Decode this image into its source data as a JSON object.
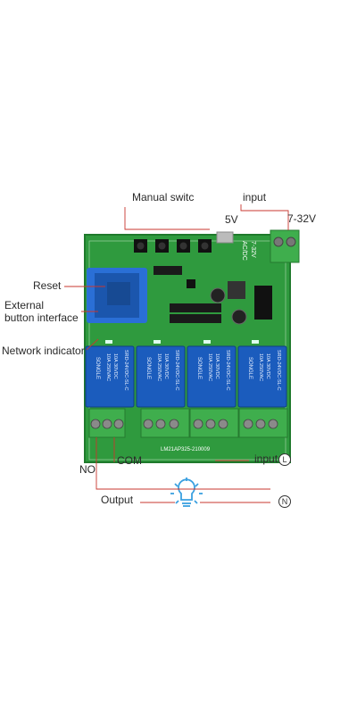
{
  "labels": {
    "manual_switch": "Manual switc",
    "input_top": "input",
    "five_v": "5V",
    "voltage_range": "7-32V",
    "reset": "Reset",
    "external_button": "External\nbutton interface",
    "network_indicator": "Network indicator",
    "no": "NO",
    "com": "COM",
    "input_bottom": "input",
    "input_bottom_letter": "L",
    "output": "Output",
    "neutral_letter": "N"
  },
  "board": {
    "relay_brand": "SONGLE",
    "relay_model": "SRD-24VDC-SL-C",
    "relay_rating_1": "10A 250VAC",
    "relay_rating_2": "10A 30VDC",
    "pcb_label": "LM21AP325-210009",
    "dc_label": "7-32V",
    "acdc_label": "AC/DC"
  },
  "colors": {
    "pcb": "#2f9a3e",
    "relay": "#1b5cbd",
    "terminal": "#3fae4d",
    "annotation_line": "#c9372f",
    "bulb": "#3aa0e0"
  },
  "icons": {
    "bulb": "light-bulb-icon"
  }
}
